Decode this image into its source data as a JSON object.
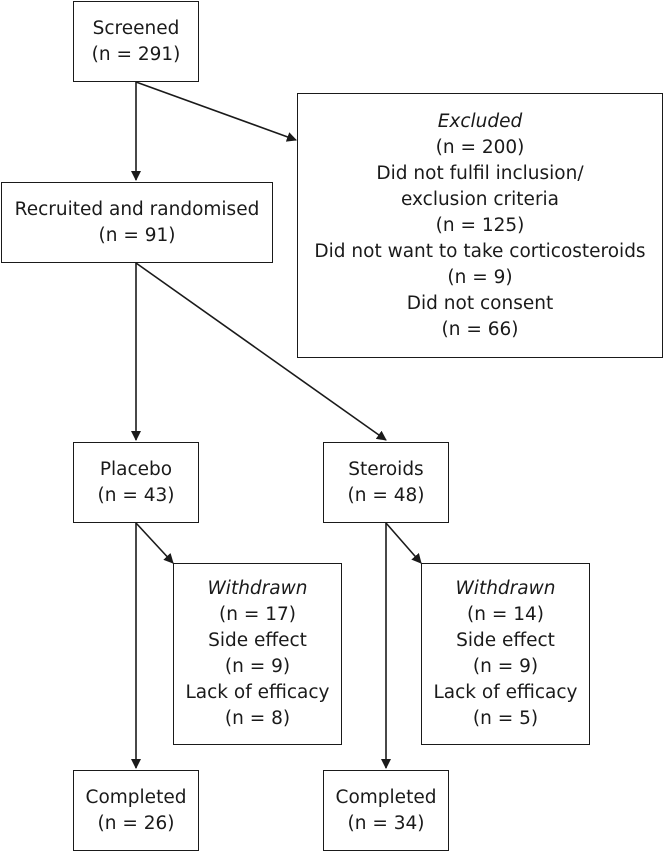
{
  "screened": {
    "title": "Screened",
    "n": "(n = 291)"
  },
  "excluded": {
    "title": "Excluded",
    "n": "(n = 200)",
    "reasons": [
      {
        "label": "Did not fulfil inclusion/",
        "label2": "exclusion criteria",
        "n": "(n = 125)"
      },
      {
        "label": "Did not want to take corticosteroids",
        "n": "(n = 9)"
      },
      {
        "label": "Did not consent",
        "n": "(n = 66)"
      }
    ]
  },
  "recruited": {
    "title": "Recruited and randomised",
    "n": "(n = 91)"
  },
  "placebo": {
    "title": "Placebo",
    "n": "(n = 43)"
  },
  "steroids": {
    "title": "Steroids",
    "n": "(n = 48)"
  },
  "placebo_withdrawn": {
    "title": "Withdrawn",
    "n": "(n = 17)",
    "reasons": [
      {
        "label": "Side effect",
        "n": "(n = 9)"
      },
      {
        "label": "Lack of efficacy",
        "n": "(n = 8)"
      }
    ]
  },
  "steroids_withdrawn": {
    "title": "Withdrawn",
    "n": "(n = 14)",
    "reasons": [
      {
        "label": "Side effect",
        "n": "(n = 9)"
      },
      {
        "label": "Lack of efficacy",
        "n": "(n = 5)"
      }
    ]
  },
  "placebo_completed": {
    "title": "Completed",
    "n": "(n = 26)"
  },
  "steroids_completed": {
    "title": "Completed",
    "n": "(n = 34)"
  }
}
